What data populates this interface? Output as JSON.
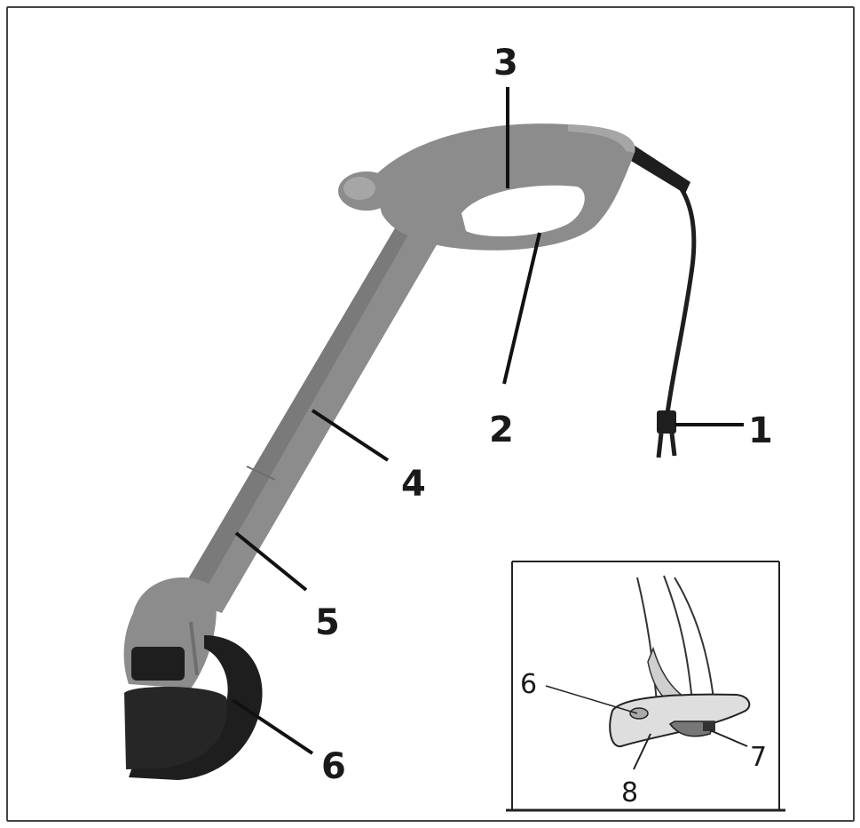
{
  "labels": {
    "plug": "1",
    "handle_lower": "2",
    "handle_upper": "3",
    "shaft_upper": "4",
    "shaft_lower": "5",
    "guard": "6"
  },
  "inset": {
    "label_6": "6",
    "label_7": "7",
    "label_8": "8"
  },
  "colors": {
    "body_gray": "#8c8c8c",
    "shadow_gray": "#6e6e6e",
    "dark": "#1e1e1e",
    "line": "#111111"
  }
}
